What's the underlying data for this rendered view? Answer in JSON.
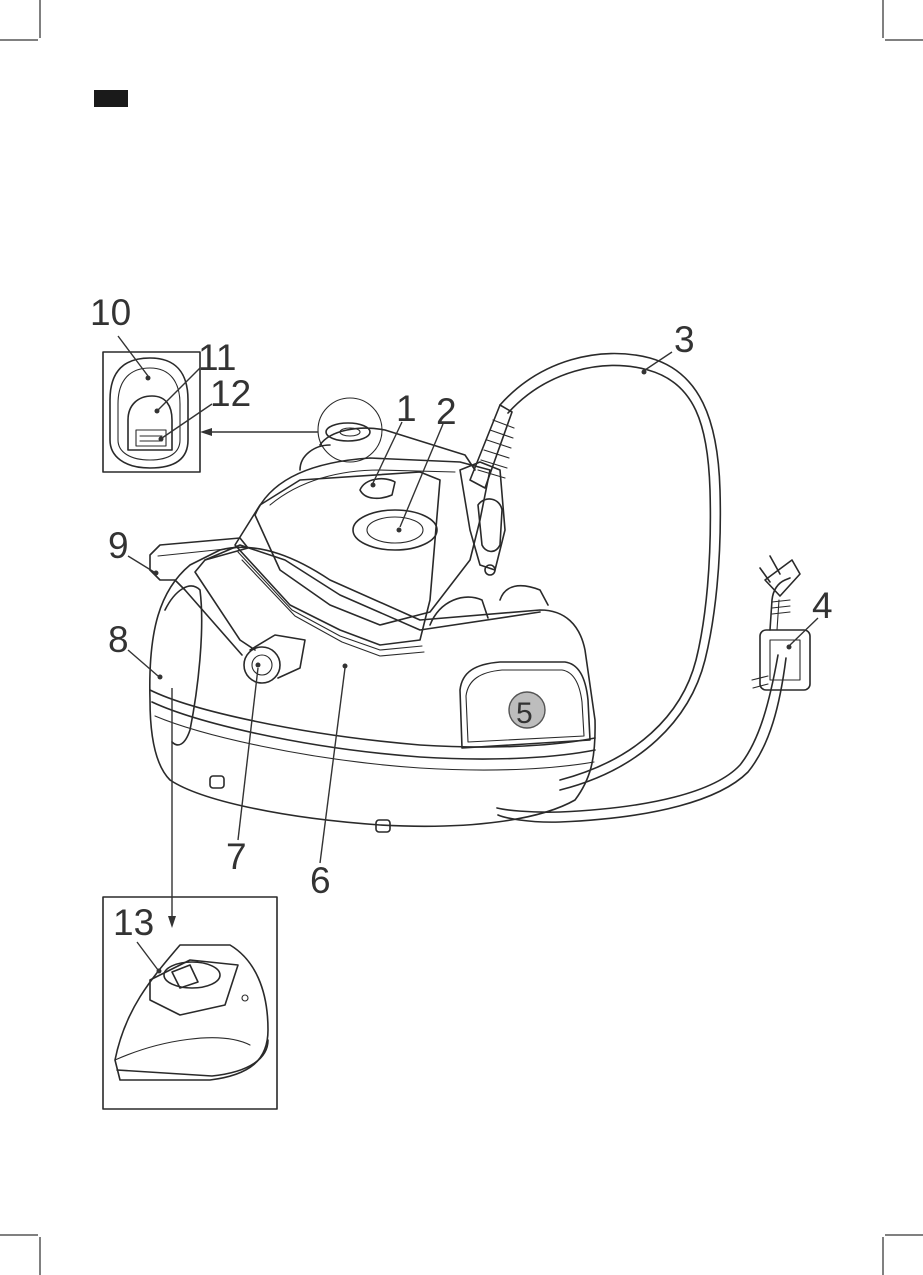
{
  "page": {
    "language_tab_color": "#1a1a1a"
  },
  "callouts": {
    "c1": "1",
    "c2": "2",
    "c3": "3",
    "c4": "4",
    "c5": "5",
    "c6": "6",
    "c7": "7",
    "c8": "8",
    "c9": "9",
    "c10": "10",
    "c11": "11",
    "c12": "12",
    "c13": "13"
  },
  "colors": {
    "line": "#2a2a2a",
    "label": "#333333",
    "badge_fill": "#bdbdbd"
  }
}
